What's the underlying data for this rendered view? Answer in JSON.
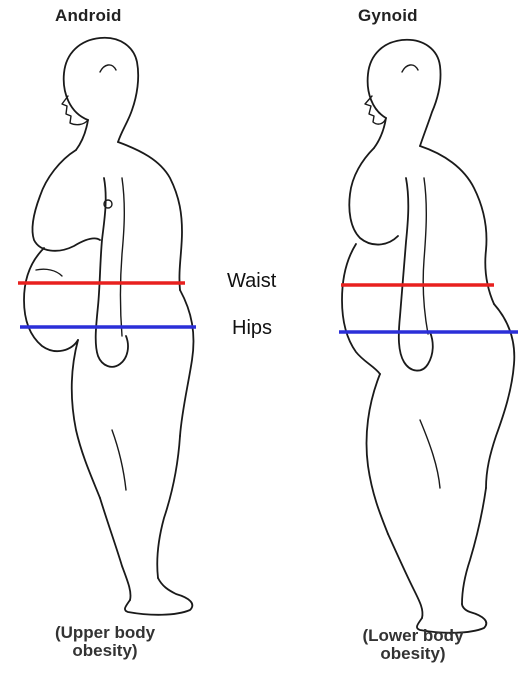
{
  "titles": {
    "left": "Android",
    "right": "Gynoid"
  },
  "measurements": {
    "waist_label": "Waist",
    "hips_label": "Hips",
    "waist_color": "#e8201e",
    "hips_color": "#2b2fd8"
  },
  "captions": {
    "left_line1": "(Upper body",
    "left_line2": "obesity)",
    "right_line1": "(Lower body",
    "right_line2": "obesity)"
  }
}
